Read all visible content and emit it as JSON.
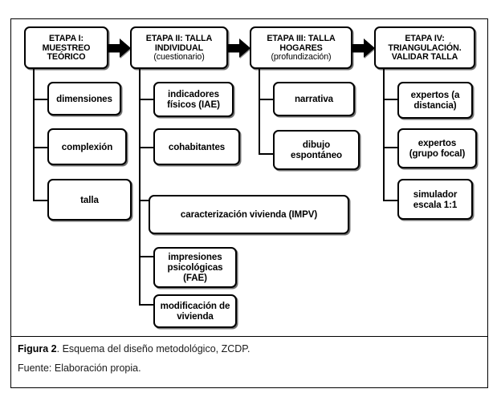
{
  "figure": {
    "caption_label": "Figura 2",
    "caption_text": ". Esquema del diseño metodológico, ZCDP.",
    "source_text": "Fuente: Elaboración propia."
  },
  "diagram": {
    "type": "flowchart",
    "stages": [
      {
        "id": "etapa-1",
        "lead": "ETAPA I:",
        "line2": "MUESTREO",
        "line3": "TEÓRICO",
        "children": [
          {
            "label": "dimensiones"
          },
          {
            "label": "complexión"
          },
          {
            "label": "talla"
          }
        ]
      },
      {
        "id": "etapa-2",
        "lead": "ETAPA II: TALLA",
        "line2": "INDIVIDUAL",
        "line3": "(cuestionario)",
        "children": [
          {
            "label_line1": "indicadores",
            "label_line2": "físicos (IAE)"
          },
          {
            "label": "cohabitantes"
          },
          {
            "label": "caracterización vivienda (IMPV)"
          },
          {
            "label_line1": "impresiones",
            "label_line2": "psicológicas",
            "label_line3": "(FAE)"
          },
          {
            "label_line1": "modificación de",
            "label_line2": "vivienda"
          }
        ]
      },
      {
        "id": "etapa-3",
        "lead": "ETAPA III: TALLA",
        "line2": "HOGARES",
        "line3": "(profundización)",
        "children": [
          {
            "label": "narrativa"
          },
          {
            "label_line1": "dibujo",
            "label_line2": "espontáneo"
          }
        ]
      },
      {
        "id": "etapa-4",
        "lead": "ETAPA IV:",
        "line2": "TRIANGULACIÓN.",
        "line3": "VALIDAR TALLA",
        "children": [
          {
            "label_line1": "expertos (a",
            "label_line2": "distancia)"
          },
          {
            "label_line1": "expertos",
            "label_line2": "(grupo focal)"
          },
          {
            "label_line1": "simulador",
            "label_line2": "escala 1:1"
          }
        ]
      }
    ],
    "arrows": [
      {
        "from": "etapa-1",
        "to": "etapa-2"
      },
      {
        "from": "etapa-2",
        "to": "etapa-3"
      },
      {
        "from": "etapa-3",
        "to": "etapa-4"
      }
    ],
    "colors": {
      "box_border": "#000000",
      "box_fill": "#ffffff",
      "text": "#000000",
      "connector": "#000000",
      "arrow": "#000000",
      "frame": "#000000"
    }
  }
}
